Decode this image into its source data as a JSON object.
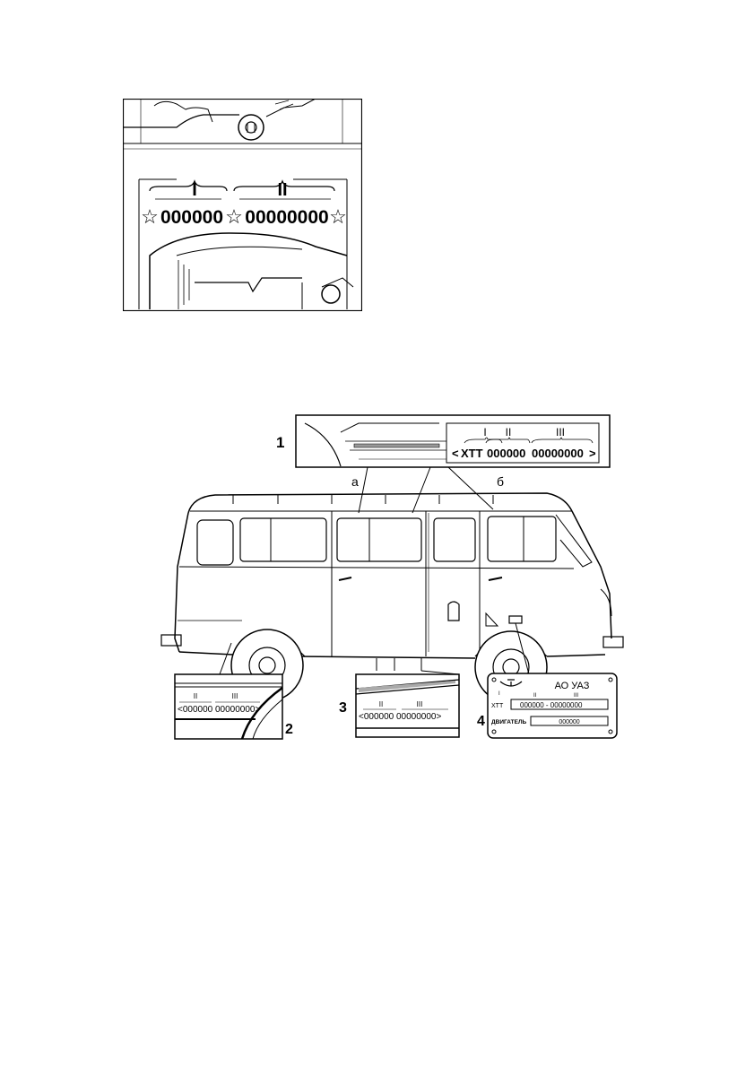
{
  "engine_figure": {
    "roman_1": "I",
    "roman_2": "II",
    "star": "☆",
    "group_1": "000000",
    "group_2": "00000000"
  },
  "vehicle_figure": {
    "callout_1": {
      "number": "1",
      "roman_1": "I",
      "roman_2": "II",
      "roman_3": "III",
      "open": "<",
      "code": "XTT",
      "group_1": "000000",
      "group_2": "00000000",
      "close": ">"
    },
    "pointer_a": "а",
    "pointer_b": "б",
    "callout_2": {
      "number": "2",
      "roman_2": "II",
      "roman_3": "III",
      "text": "<000000  00000000>"
    },
    "callout_3": {
      "number": "3",
      "roman_2": "II",
      "roman_3": "III",
      "text": "<000000  00000000>"
    },
    "callout_4": {
      "number": "4",
      "maker": "АО  УАЗ",
      "roman_1": "I",
      "roman_2": "II",
      "roman_3": "III",
      "xtt": "XTT",
      "vin_value": "000000 -  00000000",
      "engine_label": "ДВИГАТЕЛЬ",
      "engine_value": "000000"
    }
  }
}
